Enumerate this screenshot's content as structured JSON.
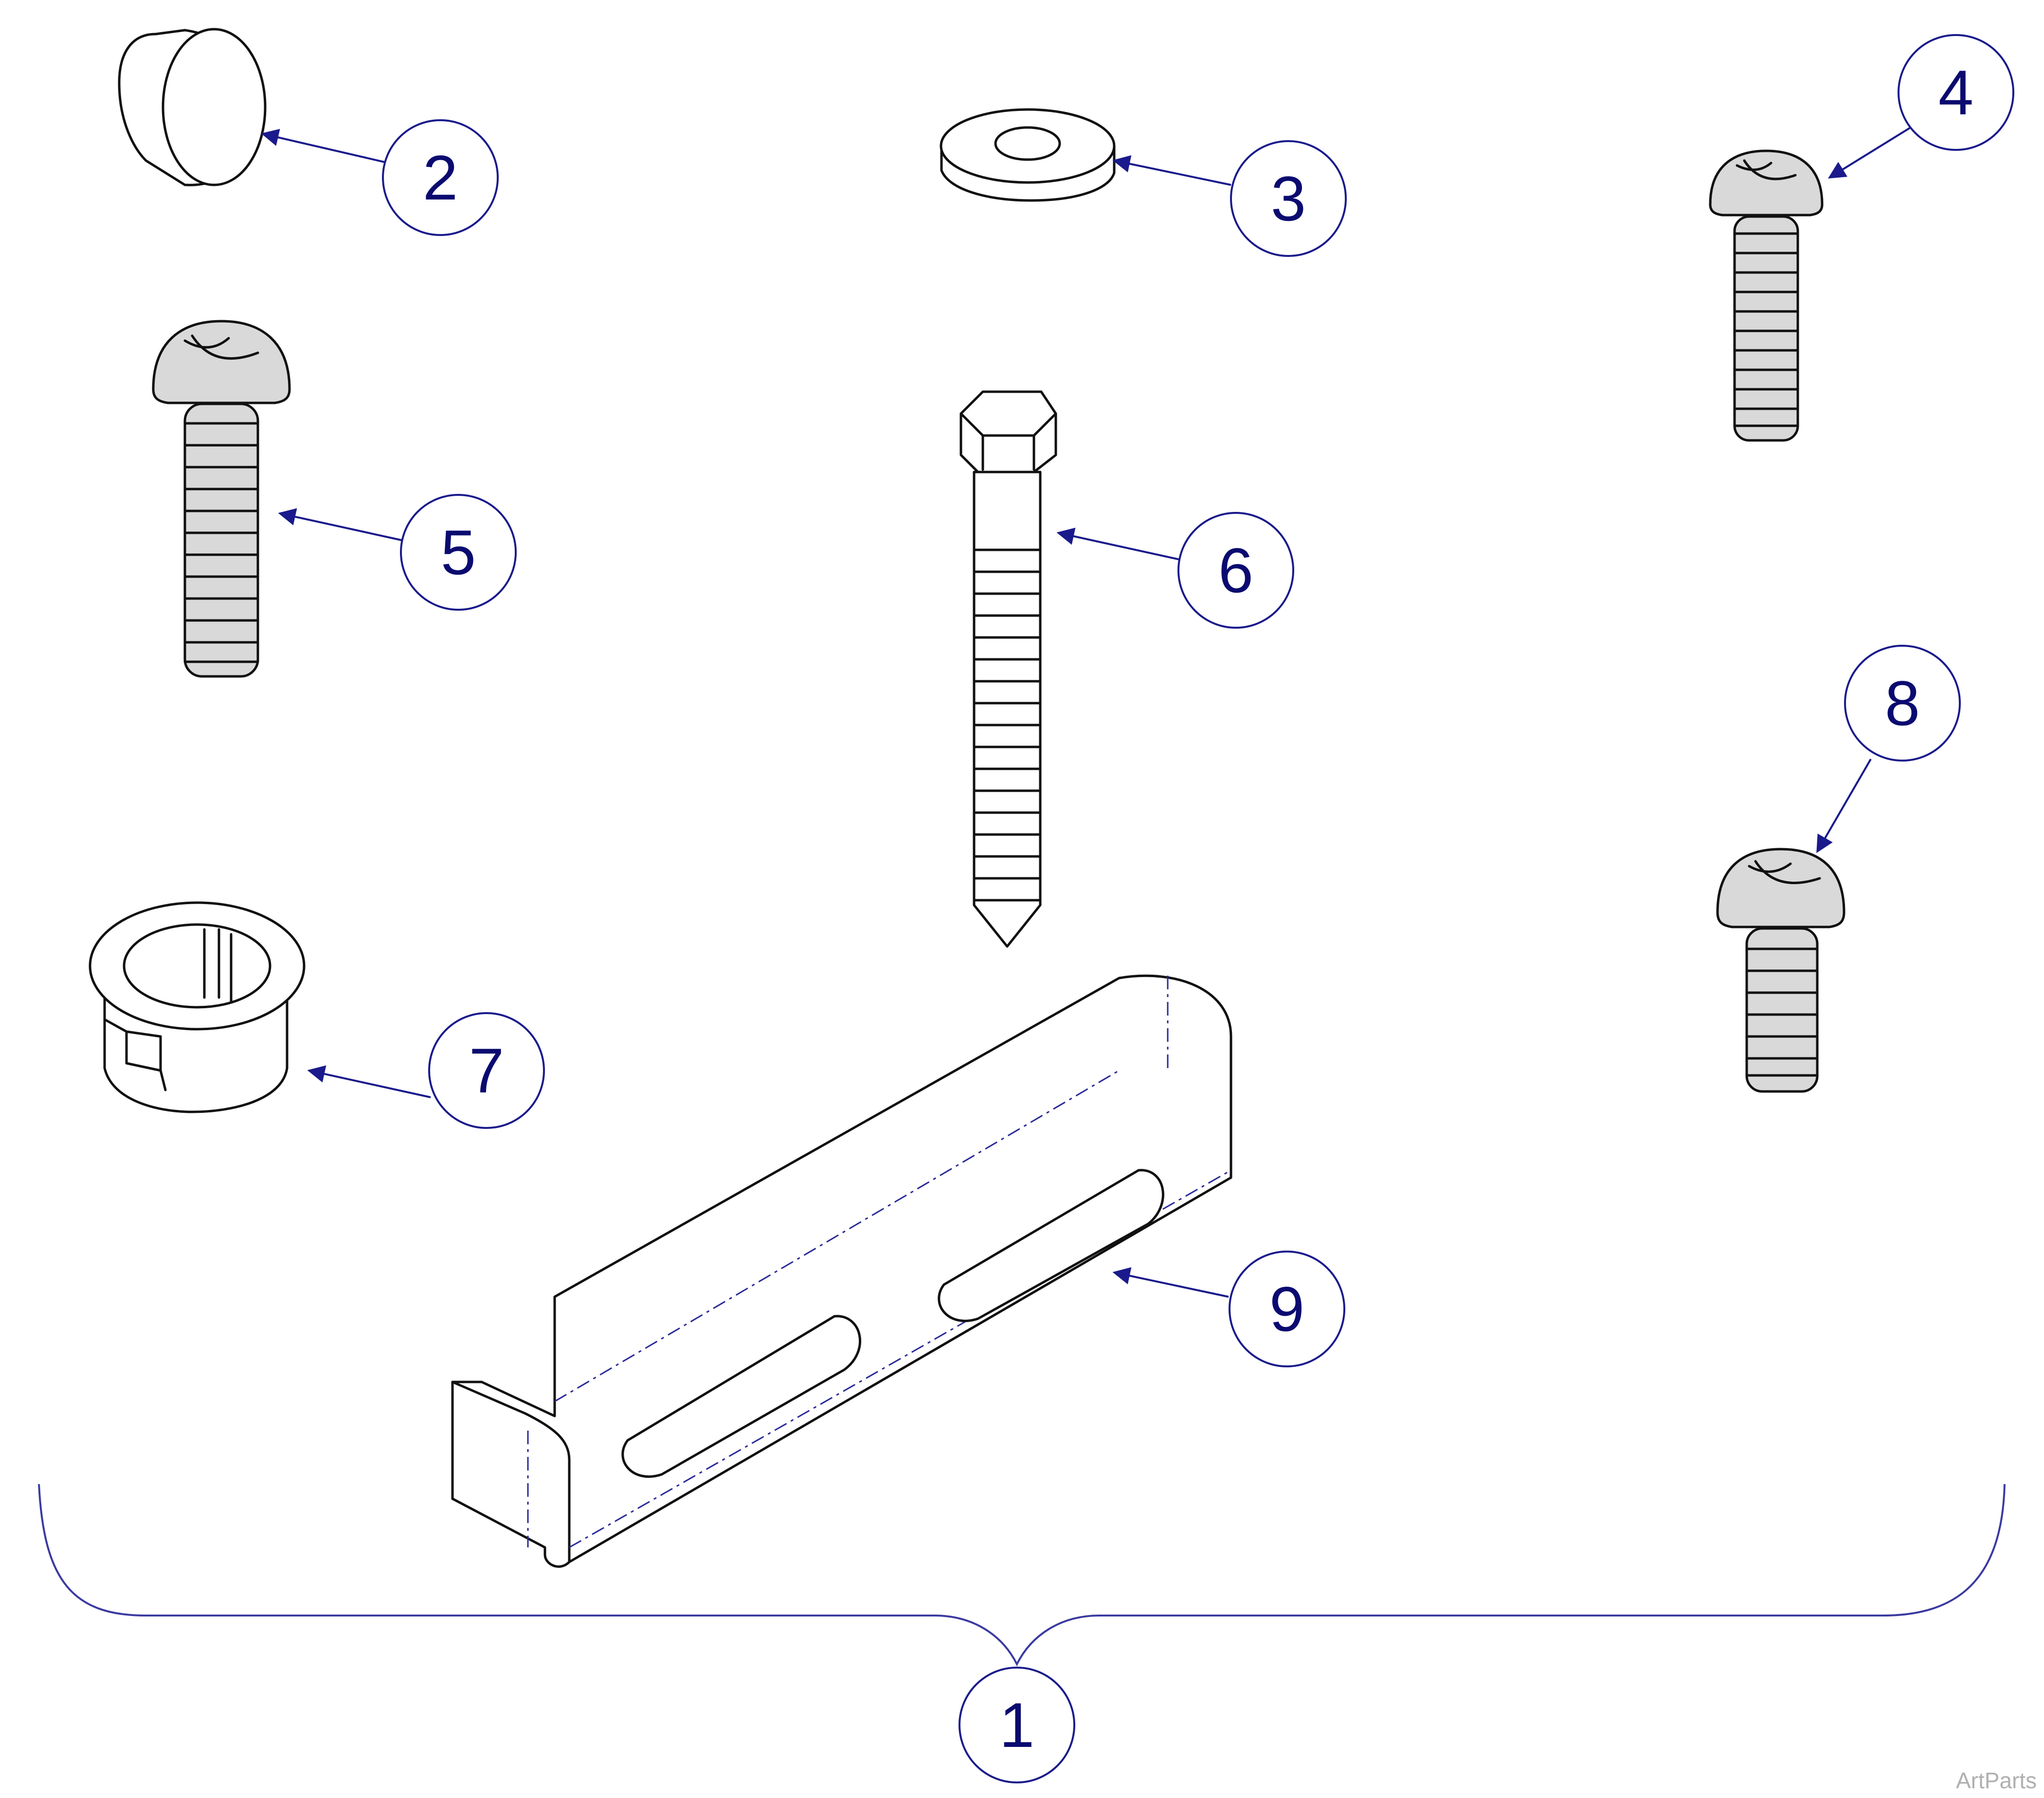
{
  "callouts": [
    {
      "id": "1",
      "label": "1"
    },
    {
      "id": "2",
      "label": "2"
    },
    {
      "id": "3",
      "label": "3"
    },
    {
      "id": "4",
      "label": "4"
    },
    {
      "id": "5",
      "label": "5"
    },
    {
      "id": "6",
      "label": "6"
    },
    {
      "id": "7",
      "label": "7"
    },
    {
      "id": "8",
      "label": "8"
    },
    {
      "id": "9",
      "label": "9"
    }
  ],
  "watermark": "ArtParts",
  "colors": {
    "callout_blue": "#1a1a8c",
    "part_gray": "#d9d9d9",
    "outline": "#111111"
  }
}
